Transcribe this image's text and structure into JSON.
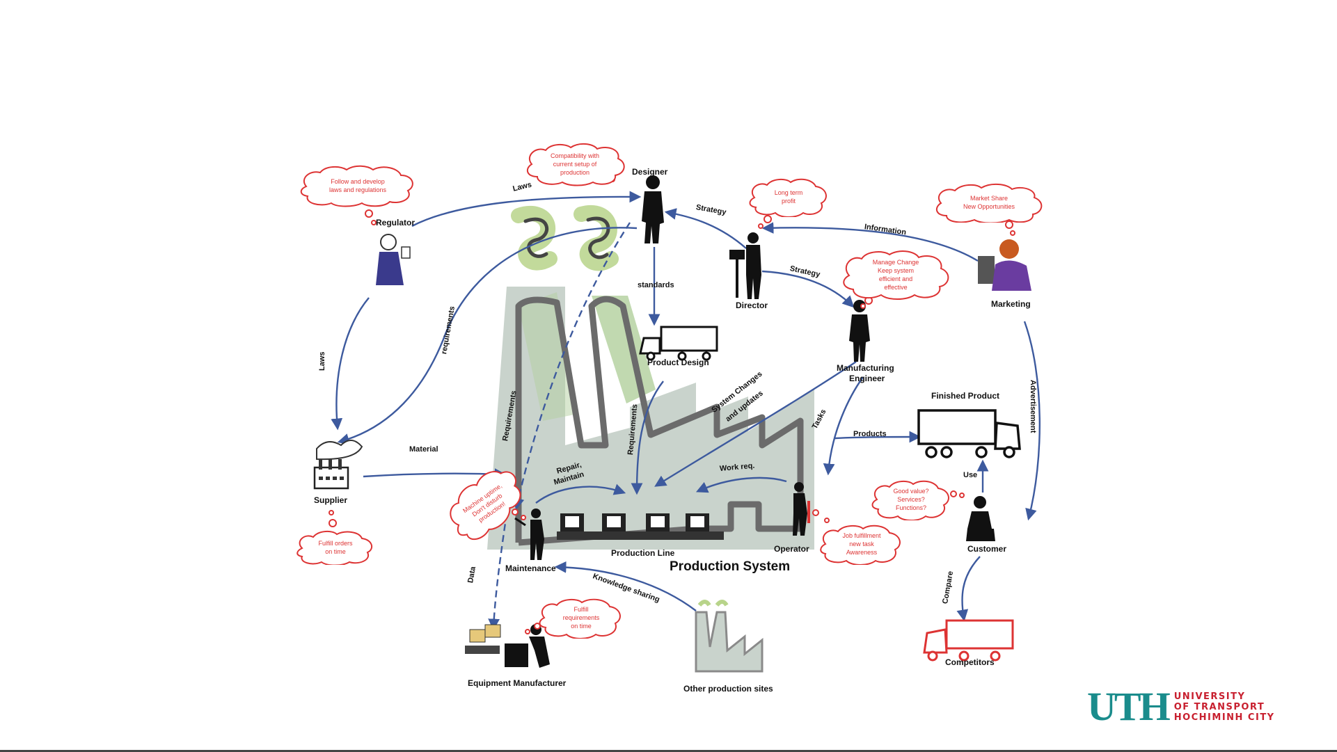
{
  "diagram": {
    "title": "Production System",
    "actors": {
      "designer": "Designer",
      "director": "Director",
      "regulator": "Regulator",
      "marketing": "Marketing",
      "manufacturing_engineer_line1": "Manufacturing",
      "manufacturing_engineer_line2": "Engineer",
      "product_design": "Product Design",
      "supplier": "Supplier",
      "finished_product": "Finished Product",
      "customer": "Customer",
      "operator": "Operator",
      "maintenance": "Maintenance",
      "production_line": "Production Line",
      "equipment_manufacturer": "Equipment Manufacturer",
      "other_production_sites": "Other production sites",
      "competitors": "Competitors"
    },
    "arrow_labels": {
      "laws_top": "Laws",
      "laws_left": "Laws",
      "strategy_1": "Strategy",
      "strategy_2": "Strategy",
      "information": "Information",
      "standards": "standards",
      "requirements_left": "requirements",
      "requirements_mid": "Requirements",
      "requirements_right": "Requirements",
      "material": "Material",
      "system_changes_1": "System Changes",
      "system_changes_2": "and updates",
      "tasks": "Tasks",
      "products": "Products",
      "advertisement": "Advertisement",
      "use": "Use",
      "work_req": "Work req.",
      "repair_1": "Repair,",
      "repair_2": "Maintain",
      "data": "Data",
      "knowledge_sharing": "Knowledge sharing",
      "compare": "Compare"
    },
    "thought_bubbles": {
      "regulator": [
        "Follow and develop",
        "laws and regulations"
      ],
      "designer": [
        "Compatibility with",
        "current setup of",
        "production"
      ],
      "director": [
        "Long term",
        "profit"
      ],
      "marketing": [
        "Market Share",
        "New Opportunities"
      ],
      "engineer": [
        "Manage Change",
        "Keep system",
        "efficient and",
        "effective"
      ],
      "supplier": [
        "Fulfill orders",
        "on time"
      ],
      "maintenance": [
        "Machine uptime,",
        "Don't disturb",
        "production!"
      ],
      "operator": [
        "Job fulfillment",
        "new task",
        "Awareness"
      ],
      "customer": [
        "Good value?",
        "Services?",
        "Functions?"
      ],
      "equipment": [
        "Fulfill",
        "requirements",
        "on time"
      ]
    },
    "colors": {
      "arrow": "#3d5a9e",
      "bubble_text": "#d33333",
      "factory_fill": "#c9d3cc",
      "smoke": "#b8d48a",
      "logo_teal": "#1a8c8c",
      "logo_red": "#c8202f"
    }
  },
  "logo": {
    "mark": "UTH",
    "line1": "UNIVERSITY",
    "line2": "OF TRANSPORT",
    "line3": "HOCHIMINH CITY"
  }
}
